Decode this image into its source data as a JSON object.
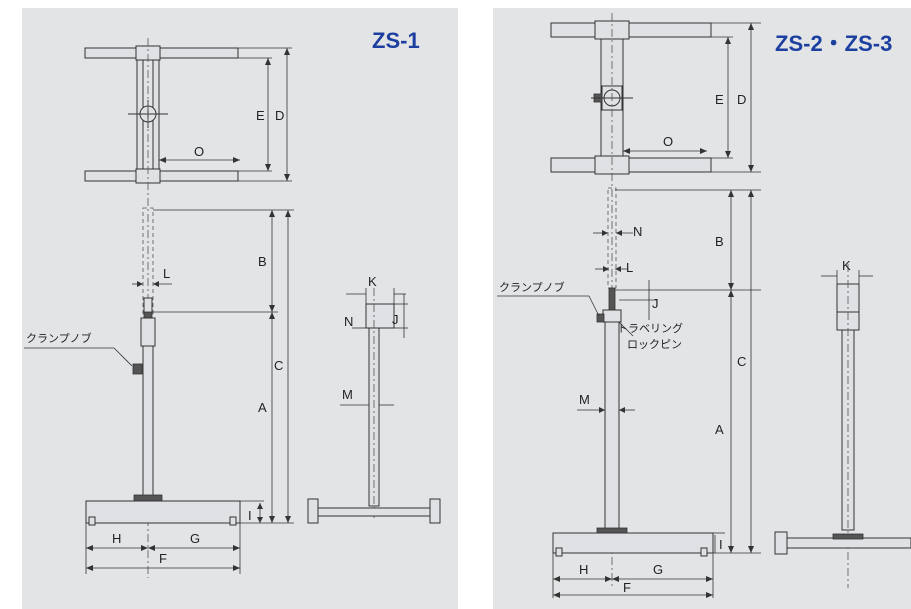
{
  "left": {
    "title": "ZS-1",
    "labels": {
      "A": "A",
      "B": "B",
      "C": "C",
      "D": "D",
      "E": "E",
      "F": "F",
      "G": "G",
      "H": "H",
      "I": "I",
      "J": "J",
      "K": "K",
      "L": "L",
      "M": "M",
      "N": "N",
      "O": "O"
    },
    "clamp_knob": "クランプノブ"
  },
  "right": {
    "title": "ZS-2・ZS-3",
    "labels": {
      "A": "A",
      "B": "B",
      "C": "C",
      "D": "D",
      "E": "E",
      "F": "F",
      "G": "G",
      "H": "H",
      "I": "I",
      "J": "J",
      "K": "K",
      "L": "L",
      "M": "M",
      "N": "N",
      "O": "O"
    },
    "clamp_knob": "クランプノブ",
    "lock_pin_line1": "トラベリング",
    "lock_pin_line2": "ロックピン"
  }
}
